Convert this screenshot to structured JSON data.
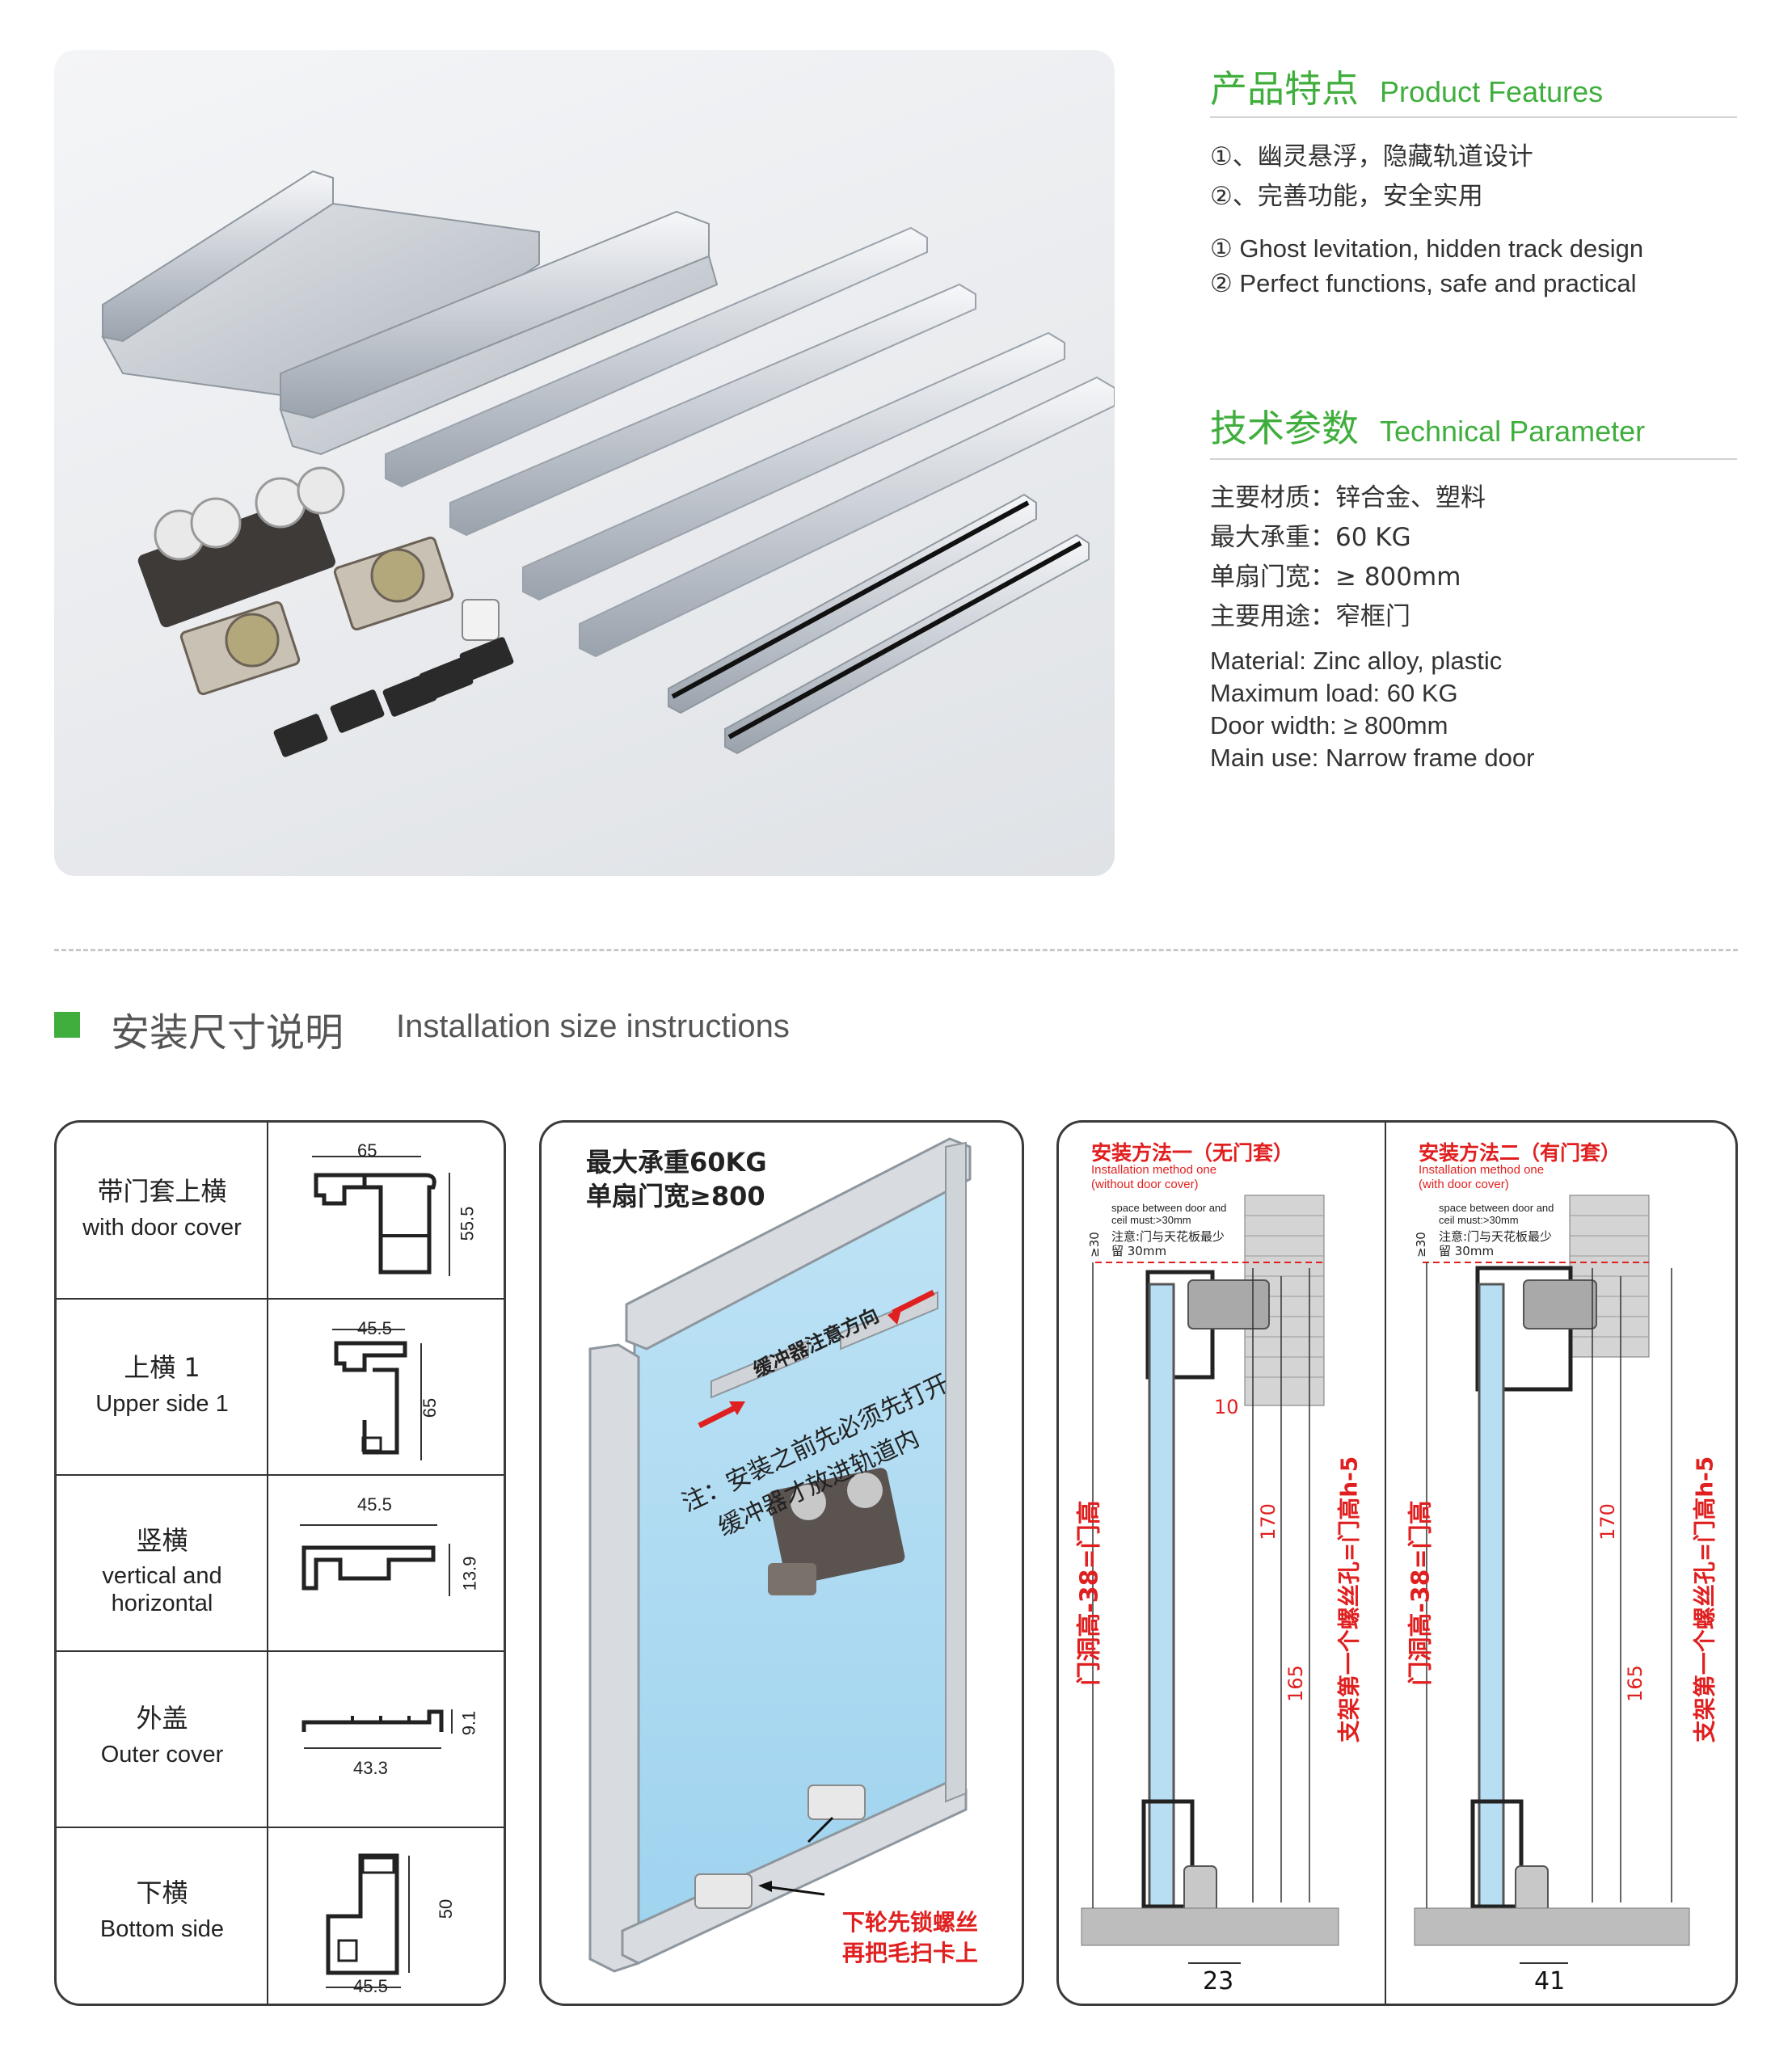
{
  "features": {
    "title_zh": "产品特点",
    "title_en": "Product Features",
    "items_zh": [
      "①、幽灵悬浮，隐藏轨道设计",
      "②、完善功能，安全实用"
    ],
    "items_en": [
      "① Ghost levitation, hidden track design",
      "② Perfect functions, safe and practical"
    ]
  },
  "technical": {
    "title_zh": "技术参数",
    "title_en": "Technical Parameter",
    "items_zh": [
      "主要材质：锌合金、塑料",
      "最大承重：60 KG",
      "单扇门宽：≥ 800mm",
      "主要用途：窄框门"
    ],
    "items_en": [
      "Material: Zinc alloy, plastic",
      "Maximum load: 60 KG",
      "Door width: ≥ 800mm",
      "Main use: Narrow frame door"
    ]
  },
  "section": {
    "title_zh": "安装尺寸说明",
    "title_en": "Installation size instructions"
  },
  "profiles": [
    {
      "zh": "带门套上横",
      "en": "with door cover",
      "dims": [
        "65",
        "55.5"
      ]
    },
    {
      "zh": "上横 1",
      "en": "Upper side 1",
      "dims": [
        "45.5",
        "65"
      ]
    },
    {
      "zh": "竖横",
      "en": "vertical and horizontal",
      "dims": [
        "45.5",
        "13.9"
      ]
    },
    {
      "zh": "外盖",
      "en": "Outer cover",
      "dims": [
        "43.3",
        "9.1"
      ]
    },
    {
      "zh": "下横",
      "en": "Bottom side",
      "dims": [
        "45.5",
        "50"
      ]
    }
  ],
  "door": {
    "load": "最大承重60KG",
    "width": "单扇门宽≥800",
    "buffer_dir": "缓冲器注意方向",
    "note1": "注：安装之前先必须先打开",
    "note2": "缓冲器才放进轨道内",
    "lock1": "下轮先锁螺丝",
    "lock2": "再把毛扫卡上"
  },
  "methods": [
    {
      "title_zh": "安装方法一（无门套）",
      "title_en1": "Installation method one",
      "title_en2": "(without door cover)",
      "space_en1": "space between door and",
      "space_en2": "ceil must:>30mm",
      "note_zh1": "注意:门与天花板最少",
      "note_zh2": "留 30mm",
      "gap": "≥30",
      "dim_top": "10",
      "dim_170": "170",
      "dim_165": "165",
      "door_formula": "门洞高-38=门高",
      "screw_formula": "支架第一个螺丝孔=门高h-5",
      "bottom": "23"
    },
    {
      "title_zh": "安装方法二（有门套）",
      "title_en1": "Installation method one",
      "title_en2": "(with door cover)",
      "space_en1": "space between door and",
      "space_en2": "ceil must:>30mm",
      "note_zh1": "注意:门与天花板最少",
      "note_zh2": "留 30mm",
      "gap": "≥30",
      "dim_top": "",
      "dim_170": "170",
      "dim_165": "165",
      "door_formula": "门洞高-38=门高",
      "screw_formula": "支架第一个螺丝孔=门高h-5",
      "bottom": "41"
    }
  ]
}
